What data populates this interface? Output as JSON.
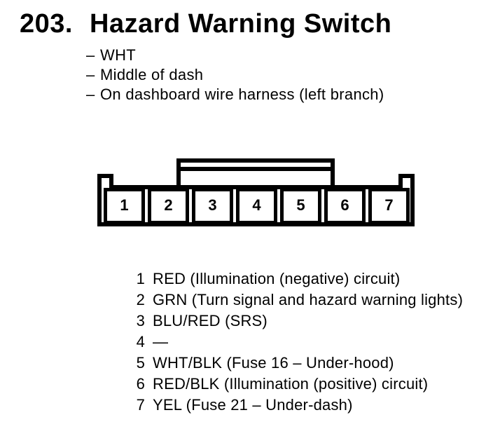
{
  "header": {
    "number": "203.",
    "title": "Hazard Warning Switch"
  },
  "notes": {
    "bullet": "–",
    "items": [
      "WHT",
      "Middle of dash",
      "On dashboard wire harness (left branch)"
    ]
  },
  "connector": {
    "pin_labels": [
      "1",
      "2",
      "3",
      "4",
      "5",
      "6",
      "7"
    ]
  },
  "pin_assignments": {
    "rows": [
      {
        "pin": "1",
        "desc": "RED (Illumination (negative) circuit)"
      },
      {
        "pin": "2",
        "desc": "GRN (Turn signal and hazard warning lights)"
      },
      {
        "pin": "3",
        "desc": "BLU/RED (SRS)"
      },
      {
        "pin": "4",
        "desc": "—"
      },
      {
        "pin": "5",
        "desc": "WHT/BLK (Fuse 16 – Under-hood)"
      },
      {
        "pin": "6",
        "desc": "RED/BLK (Illumination (positive) circuit)"
      },
      {
        "pin": "7",
        "desc": "YEL (Fuse 21 – Under-dash)"
      }
    ]
  },
  "colors": {
    "ink": "#000000",
    "paper": "#ffffff"
  }
}
